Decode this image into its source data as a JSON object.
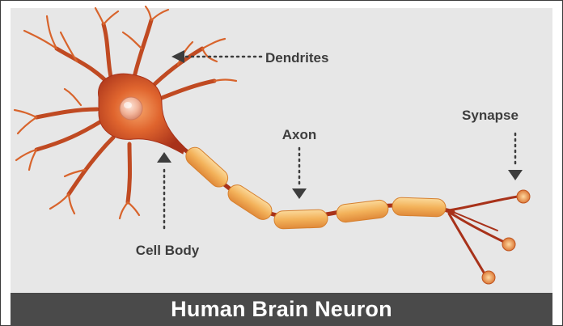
{
  "title": "Human Brain Neuron",
  "labels": {
    "dendrites": "Dendrites",
    "axon": "Axon",
    "synapse": "Synapse",
    "cell_body": "Cell Body"
  },
  "colors": {
    "background": "#e7e7e7",
    "footer": "#4a4a4a",
    "label_text": "#3d3d3d",
    "neuron_dark": "#a8321a",
    "neuron_mid": "#d9662c",
    "myelin": "#f3b25a"
  }
}
